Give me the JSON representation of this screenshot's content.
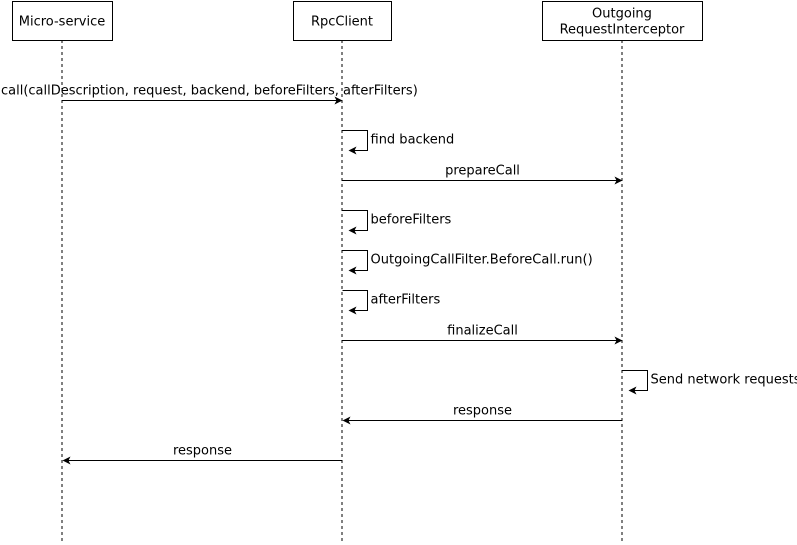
{
  "participants": [
    {
      "id": "micro",
      "label": [
        "Micro-service"
      ]
    },
    {
      "id": "rpc",
      "label": [
        "RpcClient"
      ]
    },
    {
      "id": "interceptor",
      "label": [
        "Outgoing",
        "RequestInterceptor"
      ]
    }
  ],
  "messages": [
    {
      "from": "micro",
      "to": "rpc",
      "label": "call(callDescription, request, backend, beforeFilters, afterFilters)"
    },
    {
      "from": "rpc",
      "to": "rpc",
      "label": "find backend"
    },
    {
      "from": "rpc",
      "to": "interceptor",
      "label": "prepareCall"
    },
    {
      "from": "rpc",
      "to": "rpc",
      "label": "beforeFilters"
    },
    {
      "from": "rpc",
      "to": "rpc",
      "label": "OutgoingCallFilter.BeforeCall.run()"
    },
    {
      "from": "rpc",
      "to": "rpc",
      "label": "afterFilters"
    },
    {
      "from": "rpc",
      "to": "interceptor",
      "label": "finalizeCall"
    },
    {
      "from": "interceptor",
      "to": "interceptor",
      "label": "Send network requests"
    },
    {
      "from": "interceptor",
      "to": "rpc",
      "label": "response"
    },
    {
      "from": "rpc",
      "to": "micro",
      "label": "response"
    }
  ]
}
